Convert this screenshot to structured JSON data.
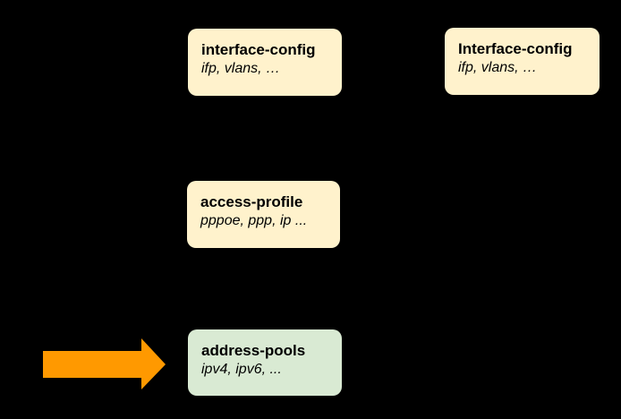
{
  "canvas": {
    "background": "#000000"
  },
  "nodes": [
    {
      "id": "interface-config-left",
      "title": "interface-config",
      "subtitle": "ifp, vlans, …",
      "fill": "#FFF2CC"
    },
    {
      "id": "interface-config-right",
      "title": "Interface-config",
      "subtitle": "ifp, vlans, …",
      "fill": "#FFF2CC"
    },
    {
      "id": "access-profile",
      "title": "access-profile",
      "subtitle": "pppoe, ppp, ip ...",
      "fill": "#FFF2CC"
    },
    {
      "id": "address-pools",
      "title": "address-pools",
      "subtitle": "ipv4, ipv6, ...",
      "fill": "#D9EAD3"
    }
  ],
  "arrow": {
    "color": "#FF9900",
    "direction": "right",
    "target": "address-pools"
  }
}
